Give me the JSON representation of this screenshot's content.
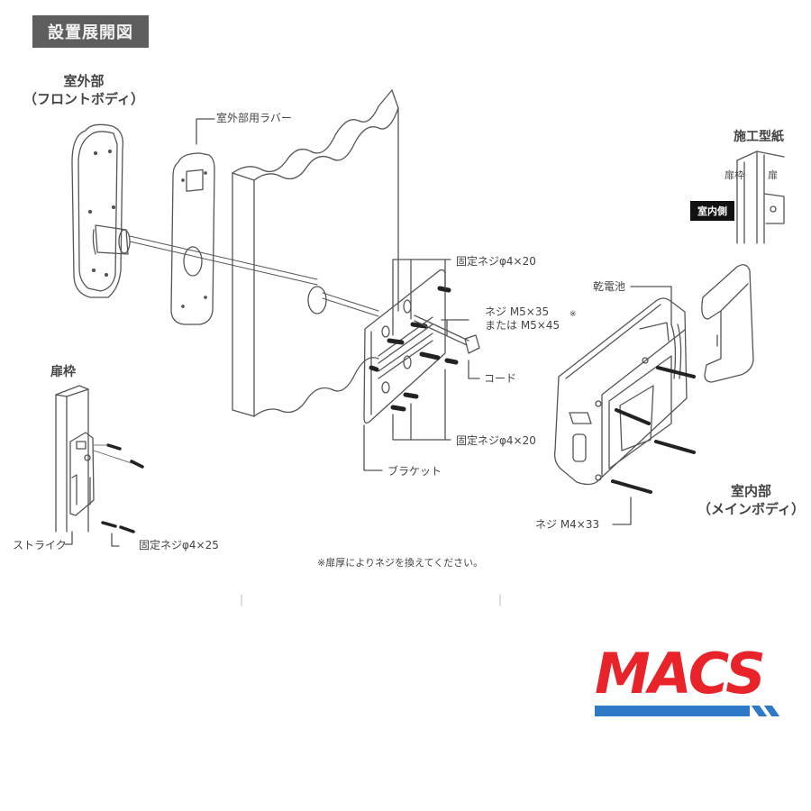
{
  "title": "設置展開図",
  "parts": {
    "front_body": {
      "name": "室外部",
      "sub": "（フロントボディ）"
    },
    "rubber": "室外部用ラバー",
    "template_paper": {
      "title": "施工型紙",
      "frame": "扉枠",
      "door": "扉",
      "inside_tag": "室内側"
    },
    "screw_fixed_top": "固定ネジφ4×20",
    "screw_m5_line1": "ネジ M5×35",
    "screw_m5_line2": "または M5×45",
    "asterisk_mark": "※",
    "battery": "乾電池",
    "cord": "コード",
    "screw_fixed_bottom": "固定ネジφ4×20",
    "bracket": "ブラケット",
    "door_frame": "扉枠",
    "strike": "ストライク",
    "screw_strike": "固定ネジφ4×25",
    "screw_m4": "ネジ M4×33",
    "main_body": {
      "name": "室内部",
      "sub": "（メインボディ）"
    }
  },
  "footnote": "※扉厚によりネジを換えてください。",
  "brand": {
    "name": "MACS",
    "colors": {
      "text": "#e8242a",
      "bar": "#2f7ac8"
    }
  },
  "colors": {
    "title_bg": "#5e5e5e",
    "line": "#555555",
    "tag_bg": "#111111"
  }
}
